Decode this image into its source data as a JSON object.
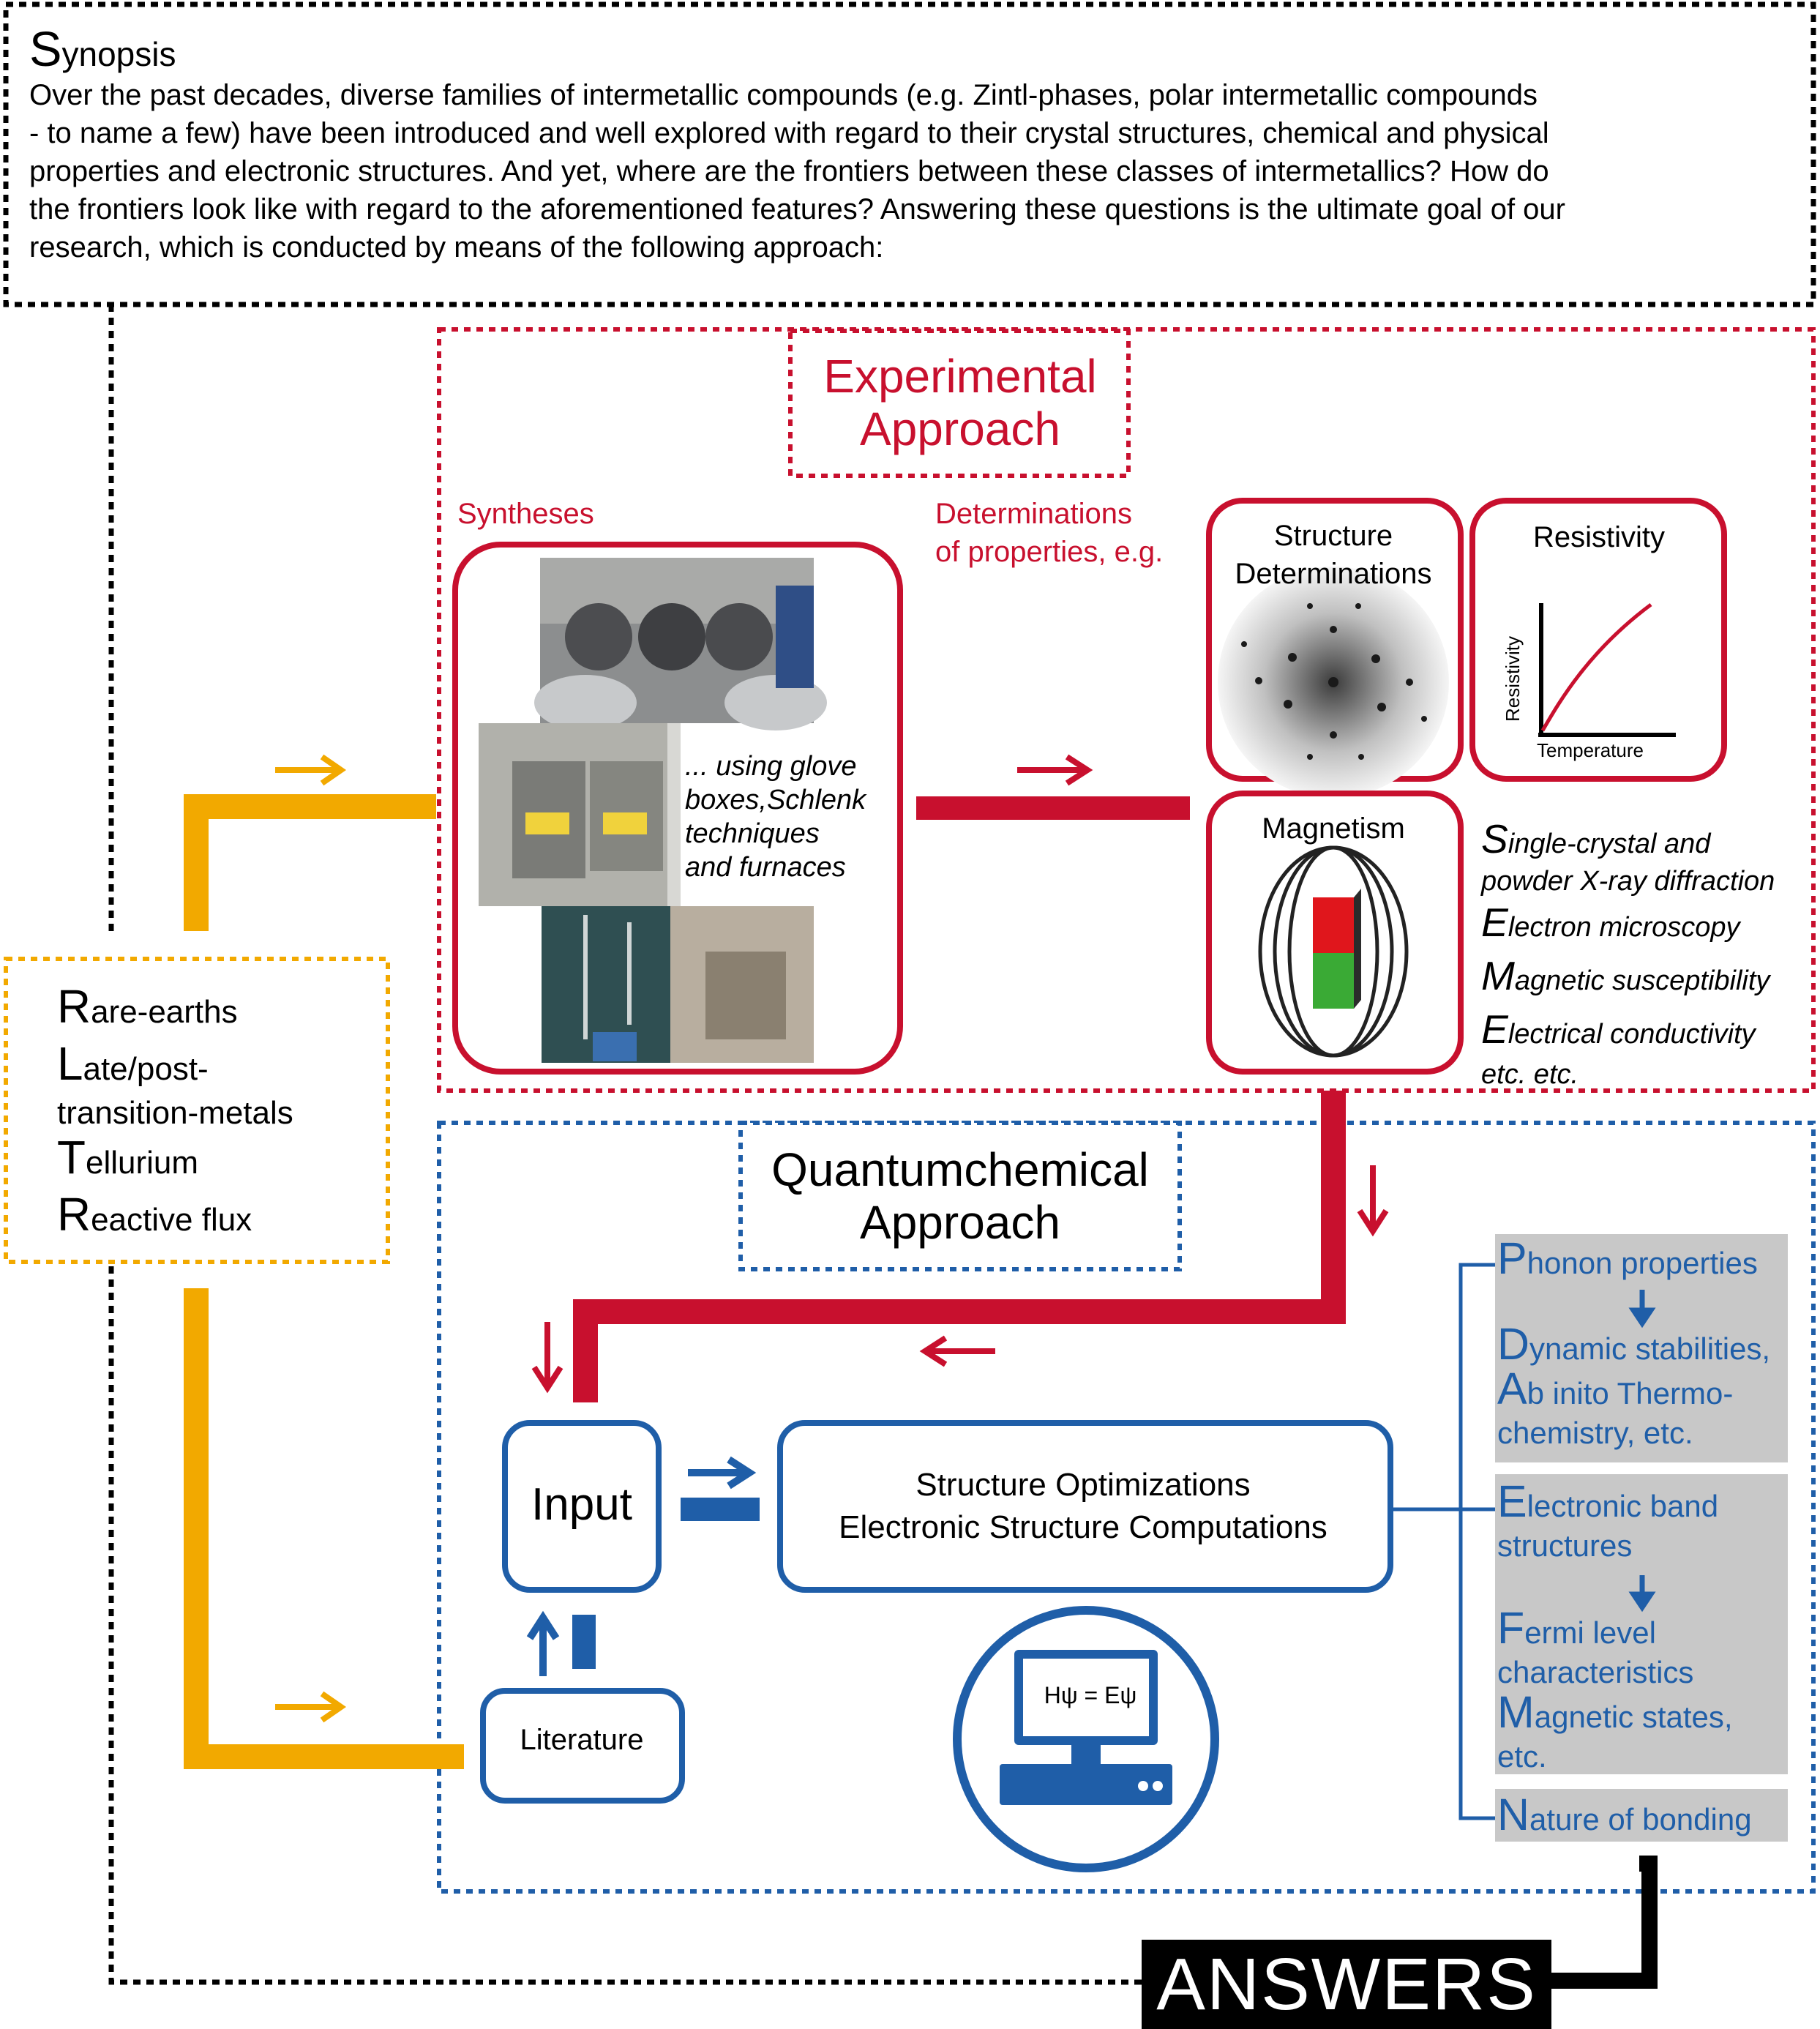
{
  "synopsis": {
    "heading_cap": "S",
    "heading_rest": "ynopsis",
    "lines": [
      "Over the past decades, diverse families of intermetallic compounds (e.g. Zintl-phases, polar intermetallic compounds",
      "- to name a few) have been introduced and well explored with regard to their crystal structures, chemical and physical",
      "properties and electronic structures. And yet, where are the frontiers between these classes of intermetallics? How do",
      "the frontiers look like with regard to the aforementioned features? Answering these questions is the ultimate goal of our",
      "research, which is conducted by means of the following approach:"
    ]
  },
  "experimental": {
    "title_line1": "Experimental",
    "title_line2": "Approach",
    "syntheses_label": "Syntheses",
    "determinations_line1": "Determinations",
    "determinations_line2": "of properties, e.g.",
    "glove_text": [
      "... using glove",
      "boxes,Schlenk",
      "techniques",
      "and furnaces"
    ],
    "structure_title_line1": "Structure",
    "structure_title_line2": "Determinations",
    "resistivity_title": "Resistivity",
    "resistivity_ylabel": "Resistivity",
    "resistivity_xlabel": "Temperature",
    "magnetism_title": "Magnetism",
    "methods": [
      {
        "cap": "S",
        "rest": "ingle-crystal and"
      },
      {
        "cap": "",
        "rest": "powder X-ray diffraction"
      },
      {
        "cap": "E",
        "rest": "lectron microscopy"
      },
      {
        "cap": "M",
        "rest": "agnetic susceptibility"
      },
      {
        "cap": "E",
        "rest": "lectrical conductivity"
      },
      {
        "cap": "",
        "rest": "etc. etc."
      }
    ]
  },
  "elements": [
    {
      "cap": "R",
      "rest": "are-earths"
    },
    {
      "cap": "L",
      "rest": "ate/post-"
    },
    {
      "cap": "",
      "rest": "transition-metals"
    },
    {
      "cap": "T",
      "rest": "ellurium"
    },
    {
      "cap": "R",
      "rest": "eactive flux"
    }
  ],
  "quantum": {
    "title_line1": "Quantumchemical",
    "title_line2": "Approach",
    "input_label": "Input",
    "optimization_line1": "Structure Optimizations",
    "optimization_line2": "Electronic Structure Computations",
    "literature_label": "Literature",
    "formula": "Hψ = Eψ"
  },
  "outputs": {
    "phonon": [
      {
        "cap": "P",
        "rest": "honon properties"
      },
      {
        "cap": "D",
        "rest": "ynamic stabilities,"
      },
      {
        "cap": "A",
        "rest": "b inito Thermo-"
      },
      {
        "cap": "",
        "rest": "chemistry, etc."
      }
    ],
    "electronic": [
      {
        "cap": "E",
        "rest": "lectronic band"
      },
      {
        "cap": "",
        "rest": "structures"
      },
      {
        "cap": "F",
        "rest": "ermi level"
      },
      {
        "cap": "",
        "rest": "characteristics"
      },
      {
        "cap": "M",
        "rest": "agnetic states,"
      },
      {
        "cap": "",
        "rest": "etc."
      }
    ],
    "nature": {
      "cap": "N",
      "rest": "ature of bonding"
    }
  },
  "answers": "ANSWERS",
  "colors": {
    "red": "#c8102e",
    "blue": "#1f5ea8",
    "orange": "#f2a900",
    "gray": "#c8c8c8"
  }
}
